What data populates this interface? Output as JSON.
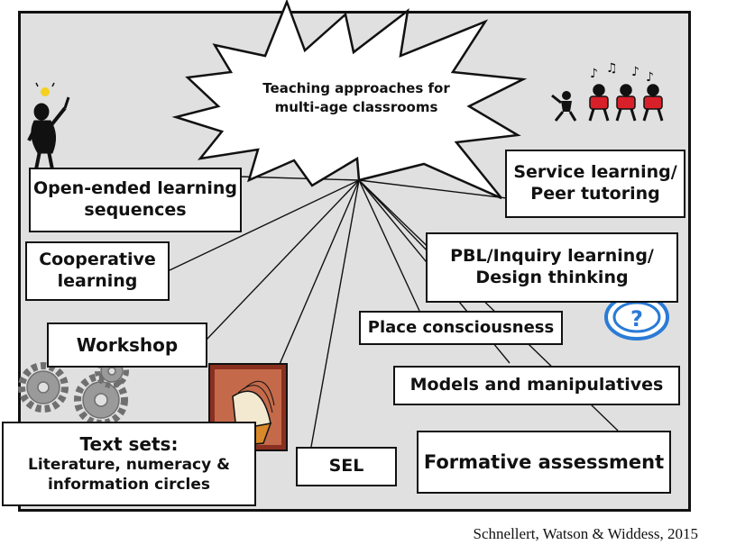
{
  "title": {
    "line1": "Teaching approaches for",
    "line2": "multi-age classrooms"
  },
  "boxes": {
    "open_ended": {
      "line1": "Open-ended learning",
      "line2": "sequences"
    },
    "cooperative": {
      "line1": "Cooperative",
      "line2": "learning"
    },
    "workshop": {
      "line1": "Workshop"
    },
    "text_sets": {
      "line1": "Text sets:",
      "line2": "Literature, numeracy &",
      "line3": "information circles"
    },
    "sel": {
      "line1": "SEL"
    },
    "service": {
      "line1": "Service learning/",
      "line2": "Peer tutoring"
    },
    "pbl": {
      "line1": "PBL/Inquiry learning/",
      "line2": "Design thinking"
    },
    "place": {
      "line1": "Place consciousness"
    },
    "models": {
      "line1": "Models and manipulatives"
    },
    "formative": {
      "line1": "Formative assessment"
    }
  },
  "citation": "Schnellert, Watson & Widdess, 2015",
  "colors": {
    "background": "#e0e0e0",
    "border": "#111111",
    "question_icon": "#2a7bd6",
    "gear": "#9a9a9a",
    "dancer_red": "#d8202a"
  }
}
